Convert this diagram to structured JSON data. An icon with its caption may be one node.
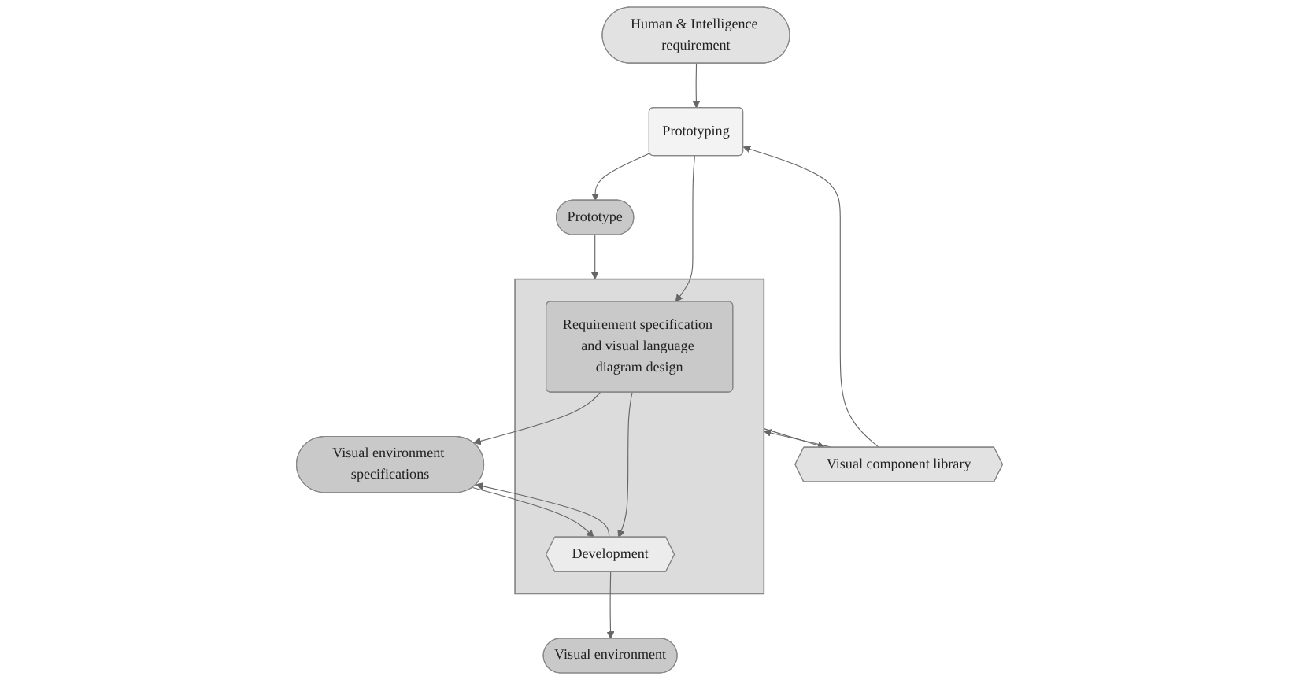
{
  "diagram": {
    "nodes": [
      {
        "text": [
          "Human & Intelligence requirement"
        ]
      },
      {
        "text": [
          "Prototyping"
        ]
      },
      {
        "text": [
          "Prototype"
        ]
      },
      {
        "text": [],
        "shape": "box"
      },
      {
        "text": [
          "Requirement specification and visual language diagram design"
        ],
        "in": 3
      },
      {
        "text": [
          "Visual component library"
        ]
      },
      {
        "text": [
          "Visual environment specifications"
        ]
      },
      {
        "text": [
          "Development"
        ],
        "in": 3
      },
      {
        "text": [
          "Visual environment"
        ]
      }
    ],
    "edges": [
      {
        "from": 0,
        "to": 1,
        "arrow": "to"
      },
      {
        "from": 1,
        "to": 2,
        "arrow": "to"
      },
      {
        "from": 1,
        "to": 4,
        "arrow": "to"
      },
      {
        "from": 2,
        "to": 3,
        "arrow": "to"
      },
      {
        "from": 5,
        "to": 1,
        "arrow": "to"
      },
      {
        "from": 3,
        "to": 5,
        "arrow": "to"
      },
      {
        "from": 5,
        "to": 3,
        "arrow": "to"
      },
      {
        "from": 4,
        "to": 6,
        "arrow": "to"
      },
      {
        "from": 4,
        "to": 7,
        "arrow": "to"
      },
      {
        "from": 6,
        "to": 7,
        "arrow": "to"
      },
      {
        "from": 7,
        "to": 6,
        "arrow": "to"
      },
      {
        "from": 7,
        "to": 8,
        "arrow": "to"
      }
    ]
  }
}
